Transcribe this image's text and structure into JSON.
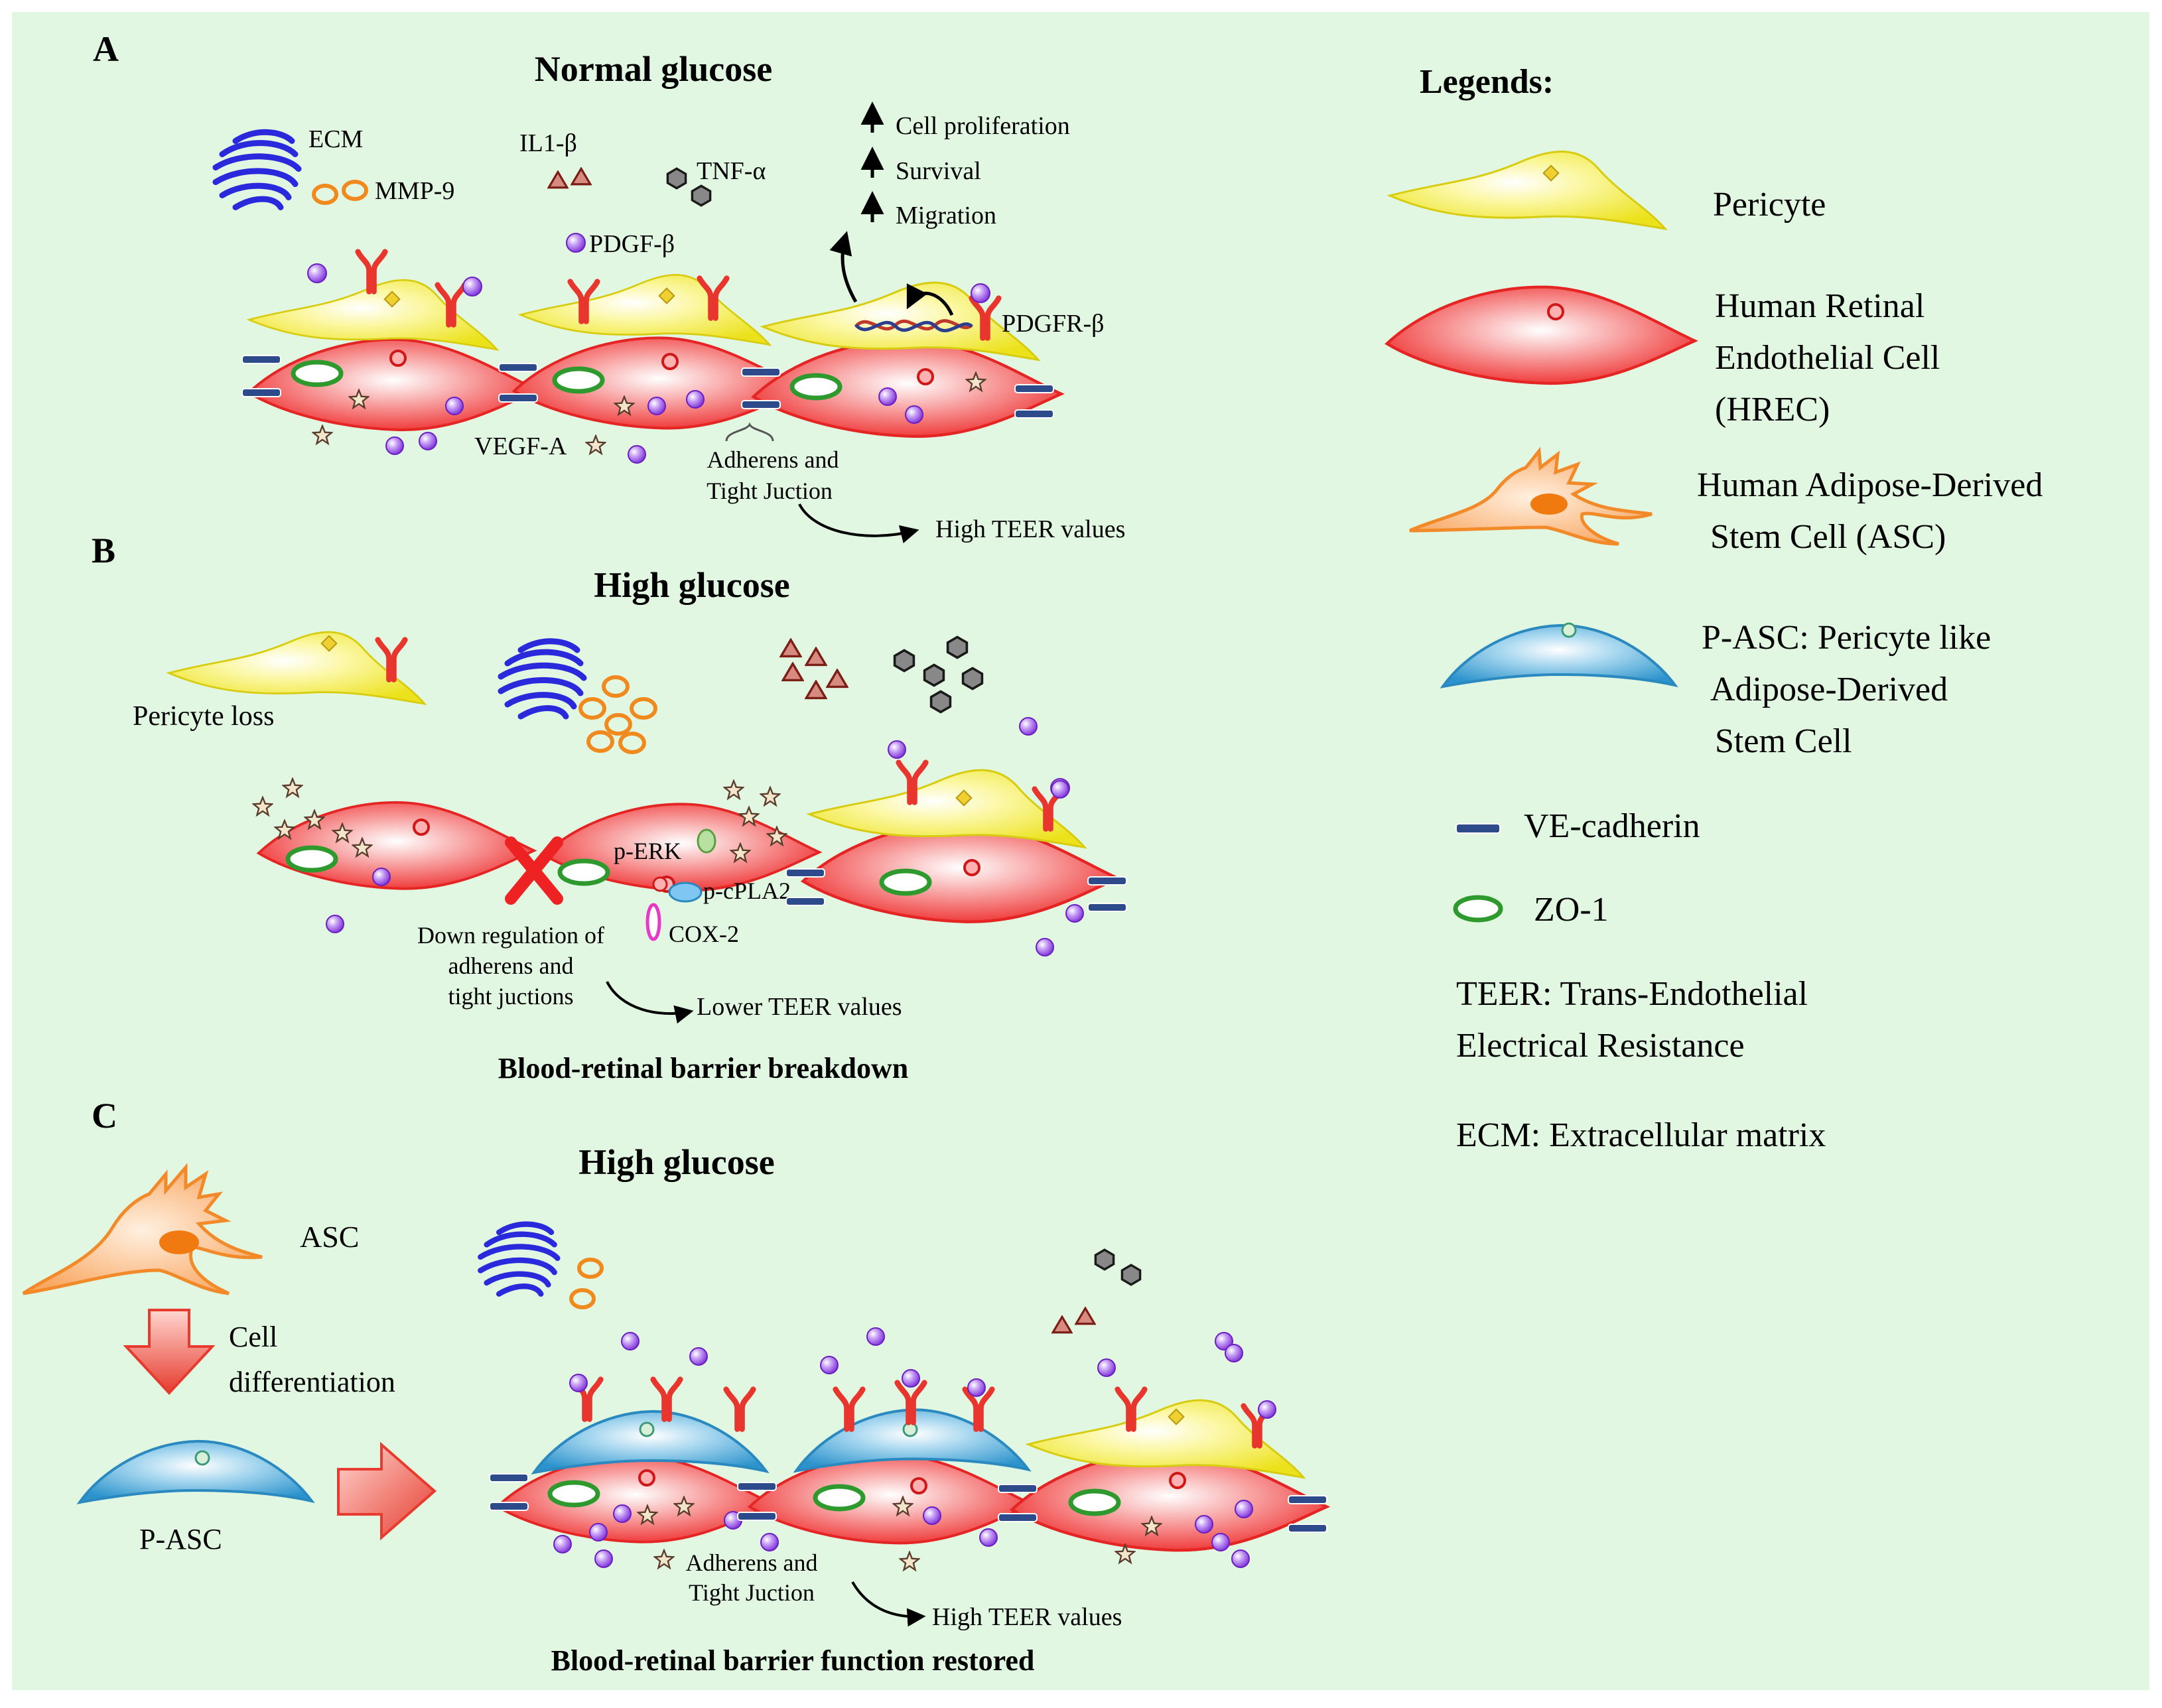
{
  "colors": {
    "background": "#e2f7e1",
    "pericyte": "#f2ec3a",
    "hrec": "#f03a3a",
    "asc": "#f99a50",
    "pasc": "#39a3d6",
    "vecadherin": "#2d4a8a",
    "zo1": "#3aa63a",
    "pdgf": "#8a3ee0",
    "pdgfr": "#e8352e",
    "tnf": "#333333",
    "il1": "#a0302a",
    "ecm": "#2a2adc",
    "mmp9": "#f08a1e"
  },
  "panel_a": {
    "letter": "A",
    "title": "Normal glucose",
    "ecm": "ECM",
    "mmp9": "MMP-9",
    "il1": "IL1-β",
    "tnf": "TNF-α",
    "pdgf": "PDGF-β",
    "pdgfr": "PDGFR-β",
    "vegf": "VEGF-A",
    "effects": [
      "Cell proliferation",
      "Survival",
      "Migration"
    ],
    "junction_line1": "Adherens and",
    "junction_line2": "Tight Juction",
    "teer": "High TEER values"
  },
  "panel_b": {
    "letter": "B",
    "title": "High glucose",
    "pericyte_loss": "Pericyte loss",
    "perk": "p-ERK",
    "pcpla2": "p-cPLA2",
    "cox2": "COX-2",
    "down_line1": "Down regulation of",
    "down_line2": "adherens and",
    "down_line3": "tight juctions",
    "teer": "Lower TEER values",
    "caption": "Blood-retinal barrier breakdown"
  },
  "panel_c": {
    "letter": "C",
    "title": "High glucose",
    "asc": "ASC",
    "diff_line1": "Cell",
    "diff_line2": "differentiation",
    "pasc": "P-ASC",
    "junction_line1": "Adherens and",
    "junction_line2": "Tight Juction",
    "teer": "High TEER values",
    "caption": "Blood-retinal barrier function restored"
  },
  "legend": {
    "title": "Legends:",
    "pericyte": "Pericyte",
    "hrec_line1": "Human   Retinal",
    "hrec_line2": "Endothelial Cell",
    "hrec_line3": "(HREC)",
    "asc_line1": "Human Adipose-Derived",
    "asc_line2": "Stem Cell (ASC)",
    "pasc_line1": "P-ASC: Pericyte like",
    "pasc_line2": "Adipose-Derived",
    "pasc_line3": "Stem Cell",
    "vecadherin": "VE-cadherin",
    "zo1": "ZO-1",
    "teer_line1": "TEER: Trans-Endothelial",
    "teer_line2": "Electrical Resistance",
    "ecm": "ECM: Extracellular matrix"
  }
}
